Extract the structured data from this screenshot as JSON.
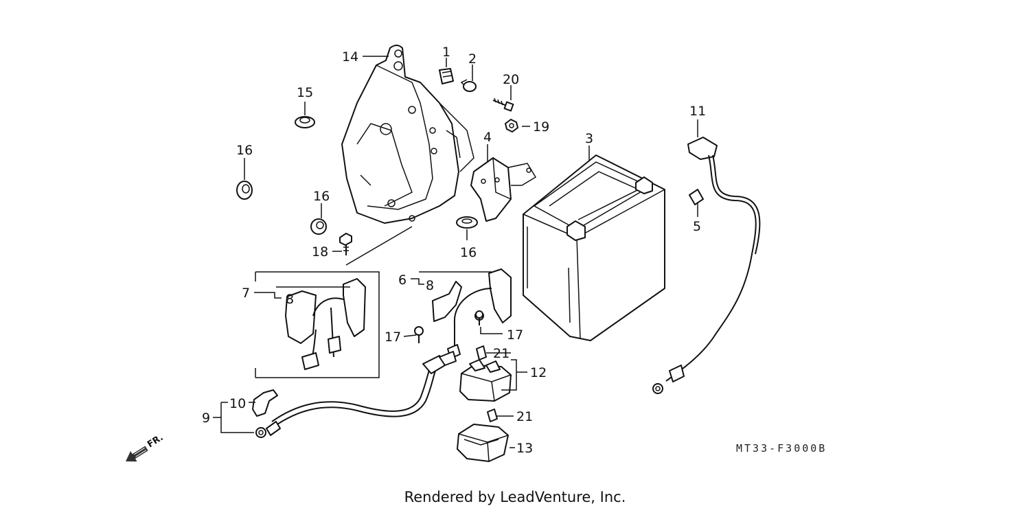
{
  "callouts": {
    "c1": "1",
    "c2": "2",
    "c3": "3",
    "c4": "4",
    "c5": "5",
    "c6": "6",
    "c7": "7",
    "c8a": "8",
    "c8b": "8",
    "c9": "9",
    "c10": "10",
    "c11": "11",
    "c12": "12",
    "c13": "13",
    "c14": "14",
    "c15": "15",
    "c16a": "16",
    "c16b": "16",
    "c16c": "16",
    "c17a": "17",
    "c17b": "17",
    "c18": "18",
    "c19": "19",
    "c20": "20",
    "c21a": "21",
    "c21b": "21"
  },
  "direction_label": "FR.",
  "diagram_code": "MT33-F3000B",
  "footer": "Rendered by LeadVenture, Inc."
}
